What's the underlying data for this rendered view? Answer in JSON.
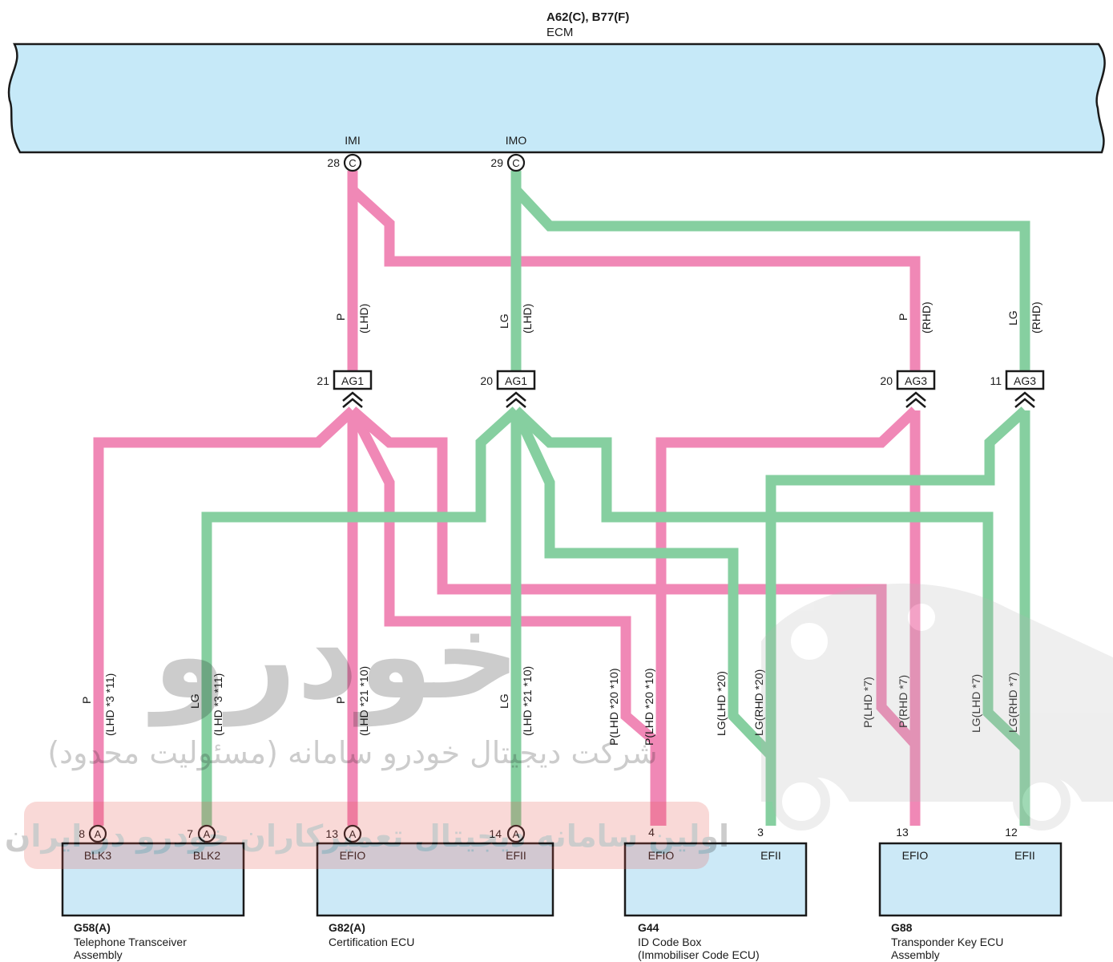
{
  "colors": {
    "pink_wire": "#f088b6",
    "green_wire": "#86cfa0",
    "ecu_fill": "#c6e9f8",
    "box_fill": "#cce9f7",
    "watermark_red": "#e8564f"
  },
  "ecm": {
    "id": "A62(C), B77(F)",
    "name": "ECM",
    "pins": [
      {
        "signal": "IMI",
        "num": "28",
        "conn": "C"
      },
      {
        "signal": "IMO",
        "num": "29",
        "conn": "C"
      }
    ]
  },
  "upper_wire_labels": [
    {
      "color": "P",
      "note": "(LHD)"
    },
    {
      "color": "LG",
      "note": "(LHD)"
    },
    {
      "color": "P",
      "note": "(RHD)"
    },
    {
      "color": "LG",
      "note": "(RHD)"
    }
  ],
  "junctions": [
    {
      "num": "21",
      "label": "AG1"
    },
    {
      "num": "20",
      "label": "AG1"
    },
    {
      "num": "20",
      "label": "AG3"
    },
    {
      "num": "11",
      "label": "AG3"
    }
  ],
  "lower_wire_labels": [
    {
      "color": "P",
      "note": "(LHD *3 *11)"
    },
    {
      "color": "LG",
      "note": "(LHD *3 *11)"
    },
    {
      "color": "P",
      "note": "(LHD *21 *10)"
    },
    {
      "color": "LG",
      "note": "(LHD *21 *10)"
    },
    {
      "text": "P(LHD *20 *10)"
    },
    {
      "text": "P(LHD *20 *10)"
    },
    {
      "text": "LG(LHD *20)"
    },
    {
      "text": "LG(RHD *20)"
    },
    {
      "text": "P(LHD *7)"
    },
    {
      "text": "P(RHD *7)"
    },
    {
      "text": "LG(LHD *7)"
    },
    {
      "text": "LG(RHD *7)"
    }
  ],
  "components": [
    {
      "id": "G58(A)",
      "name": [
        "Telephone Transceiver",
        "Assembly"
      ],
      "pins": [
        {
          "num": "8",
          "conn": "A",
          "signal": "BLK3"
        },
        {
          "num": "7",
          "conn": "A",
          "signal": "BLK2"
        }
      ]
    },
    {
      "id": "G82(A)",
      "name": [
        "Certification ECU"
      ],
      "pins": [
        {
          "num": "13",
          "conn": "A",
          "signal": "EFIO"
        },
        {
          "num": "14",
          "conn": "A",
          "signal": "EFII"
        }
      ]
    },
    {
      "id": "G44",
      "name": [
        "ID Code Box",
        "(Immobiliser Code ECU)"
      ],
      "pins": [
        {
          "num": "4",
          "signal": "EFIO"
        },
        {
          "num": "3",
          "signal": "EFII"
        }
      ]
    },
    {
      "id": "G88",
      "name": [
        "Transponder Key ECU",
        "Assembly"
      ],
      "pins": [
        {
          "num": "13",
          "signal": "EFIO"
        },
        {
          "num": "12",
          "signal": "EFII"
        }
      ]
    }
  ],
  "watermark": {
    "brand": "خودرو",
    "line1": "شرکت دیجیتال خودرو سامانه (مسئولیت محدود)",
    "line2": "اولین سامانه دیجیتال تعمیرکاران خودرو در ایران"
  }
}
